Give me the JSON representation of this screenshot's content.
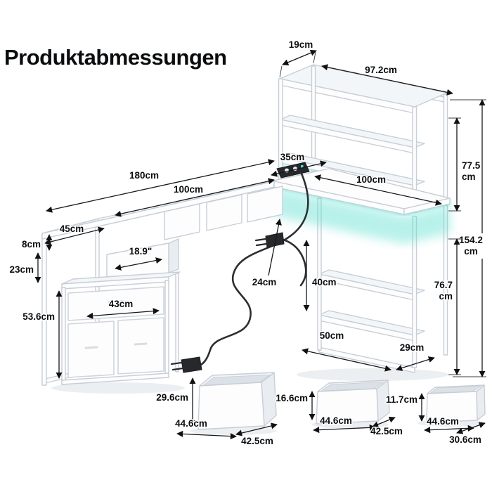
{
  "title": "Produktabmessungen",
  "accent_color": "#4fdccb",
  "dims": {
    "shelf_top_depth": "19cm",
    "shelf_width": "97.2cm",
    "height_desk_to_top": {
      "value": "77.5",
      "unit": "cm"
    },
    "height_total": {
      "value": "154.2",
      "unit": "cm"
    },
    "height_floor_to_desk": {
      "value": "76.7",
      "unit": "cm"
    },
    "desk_corner_depth": "35cm",
    "desk_length": "180cm",
    "desk_left_span": "100cm",
    "desk_return_span": "100cm",
    "desk_depth": "45cm",
    "desk_thickness": "8cm",
    "desk_depth_inches": "18.9\"",
    "hutch_gap_height": "23cm",
    "cabinet_height": "53.6cm",
    "cabinet_width": "43cm",
    "drawer_depth": "24cm",
    "under_desk_clearance": "40cm",
    "lower_shelf_width": "50cm",
    "lower_shelf_depth": "29cm"
  },
  "boxes": [
    {
      "height": "29.6cm",
      "width": "44.6cm",
      "depth": "42.5cm"
    },
    {
      "height": "16.6cm",
      "width": "44.6cm",
      "depth": "42.5cm"
    },
    {
      "height": "11.7cm",
      "width": "44.6cm",
      "depth": "30.6cm"
    }
  ]
}
